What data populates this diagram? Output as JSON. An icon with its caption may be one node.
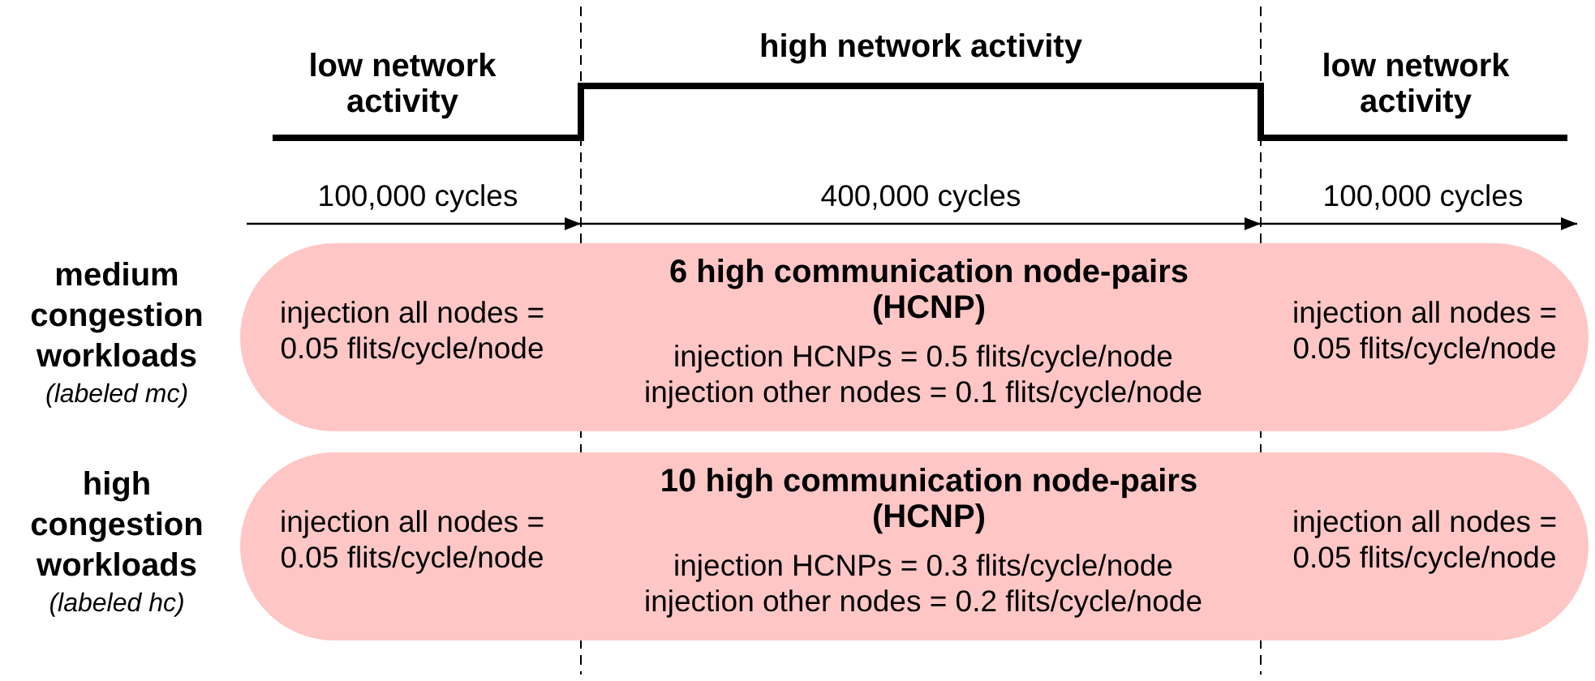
{
  "diagram": {
    "nodes": [
      {
        "text": [
          "injection all nodes = 0.05 flits/cycle/node",
          "6 high communication node-pairs (HCNP)",
          "injection HCNPs = 0.5 flits/cycle/node",
          "injection other nodes = 0.1 flits/cycle/node",
          "injection all nodes = 0.05 flits/cycle/node"
        ],
        "beside": [
          "medium congestion workloads",
          "(labeled mc)"
        ]
      },
      {
        "text": [
          "injection all nodes = 0.05 flits/cycle/node",
          "10 high communication node-pairs (HCNP)",
          "injection HCNPs = 0.3 flits/cycle/node",
          "injection other nodes = 0.2 flits/cycle/node",
          "injection all nodes = 0.05 flits/cycle/node"
        ],
        "beside": [
          "high congestion workloads",
          "(labeled hc)"
        ]
      }
    ],
    "labels": [
      "low network activity",
      "high network activity",
      "low network activity",
      "100,000 cycles",
      "400,000 cycles",
      "100,000 cycles"
    ]
  }
}
